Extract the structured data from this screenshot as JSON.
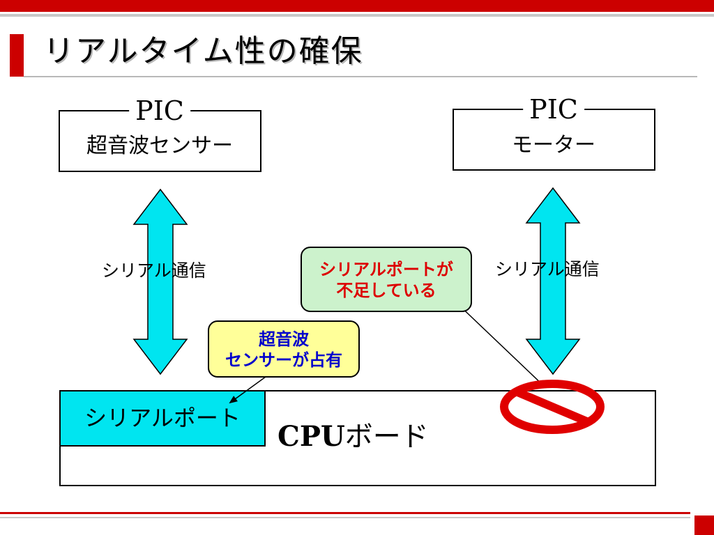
{
  "slide": {
    "title": "リアルタイム性の確保"
  },
  "pic_left": {
    "label": "PIC",
    "sub": "超音波センサー"
  },
  "pic_right": {
    "label": "PIC",
    "sub": "モーター"
  },
  "serial_left": "シリアル通信",
  "serial_right": "シリアル通信",
  "callout_shortage": {
    "line1": "シリアルポートが",
    "line2": "不足している"
  },
  "callout_occupied": {
    "line1": "超音波",
    "line2": "センサーが占有"
  },
  "cpu_board": {
    "label_bold": "CPU",
    "label_rest": "ボード",
    "serial_port": "シリアルポート"
  },
  "colors": {
    "accent_red": "#cc0000",
    "arrow_cyan": "#00e5f0",
    "callout_green_bg": "#ccf2cc",
    "callout_yellow_bg": "#ffff99",
    "warning_text_red": "#dd0000",
    "info_text_blue": "#0000cc",
    "prohibited_red": "#e00000"
  },
  "icons": [
    "prohibited-icon",
    "double-arrow-icon"
  ]
}
